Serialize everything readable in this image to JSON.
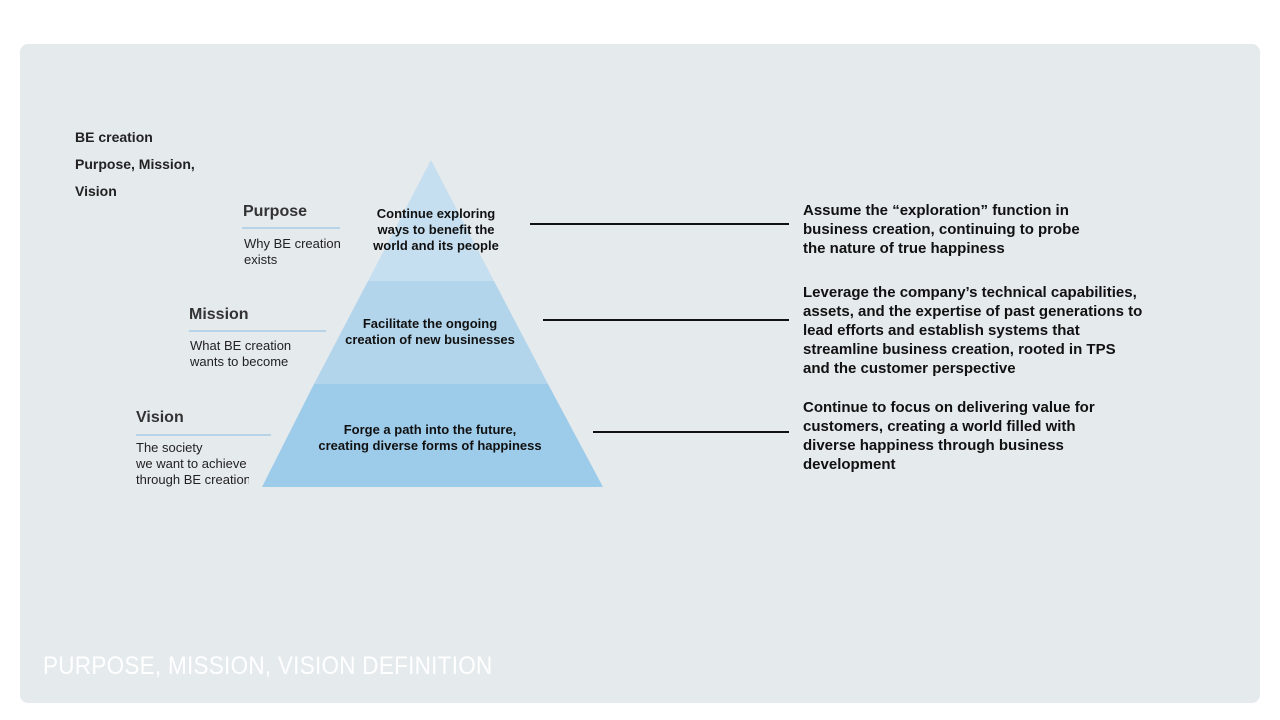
{
  "side_title": [
    "BE creation",
    "Purpose, Mission,",
    "Vision"
  ],
  "levels": [
    {
      "label": "Purpose",
      "description": [
        "Why BE creation",
        "exists"
      ],
      "pyramid_text": [
        "Continue exploring",
        "ways to benefit the",
        "world and its people"
      ],
      "detail": [
        "Assume the “exploration” function in",
        "business creation, continuing to probe",
        "the nature of true happiness"
      ]
    },
    {
      "label": "Mission",
      "description": [
        "What BE creation",
        "wants to become"
      ],
      "pyramid_text": [
        "Facilitate the ongoing",
        "creation of new businesses"
      ],
      "detail": [
        "Leverage the company’s technical capabilities,",
        "assets, and the expertise of past generations to",
        "lead efforts and establish systems that",
        "streamline business creation, rooted in TPS",
        "and the customer perspective"
      ]
    },
    {
      "label": "Vision",
      "description": [
        "The society",
        "we want to achieve",
        "through BE creation"
      ],
      "pyramid_text": [
        "Forge a path into the future,",
        "creating diverse forms of happiness"
      ],
      "detail": [
        "Continue to focus on delivering value for",
        "customers, creating a world filled with",
        "diverse happiness through business",
        "development"
      ]
    }
  ],
  "footer_title": "PURPOSE, MISSION, VISION DEFINITION",
  "colors": {
    "panel": "#e5eaed",
    "tier_top": "#c6dff0",
    "tier_mid": "#b3d5ec",
    "tier_bottom": "#9dcbea"
  }
}
